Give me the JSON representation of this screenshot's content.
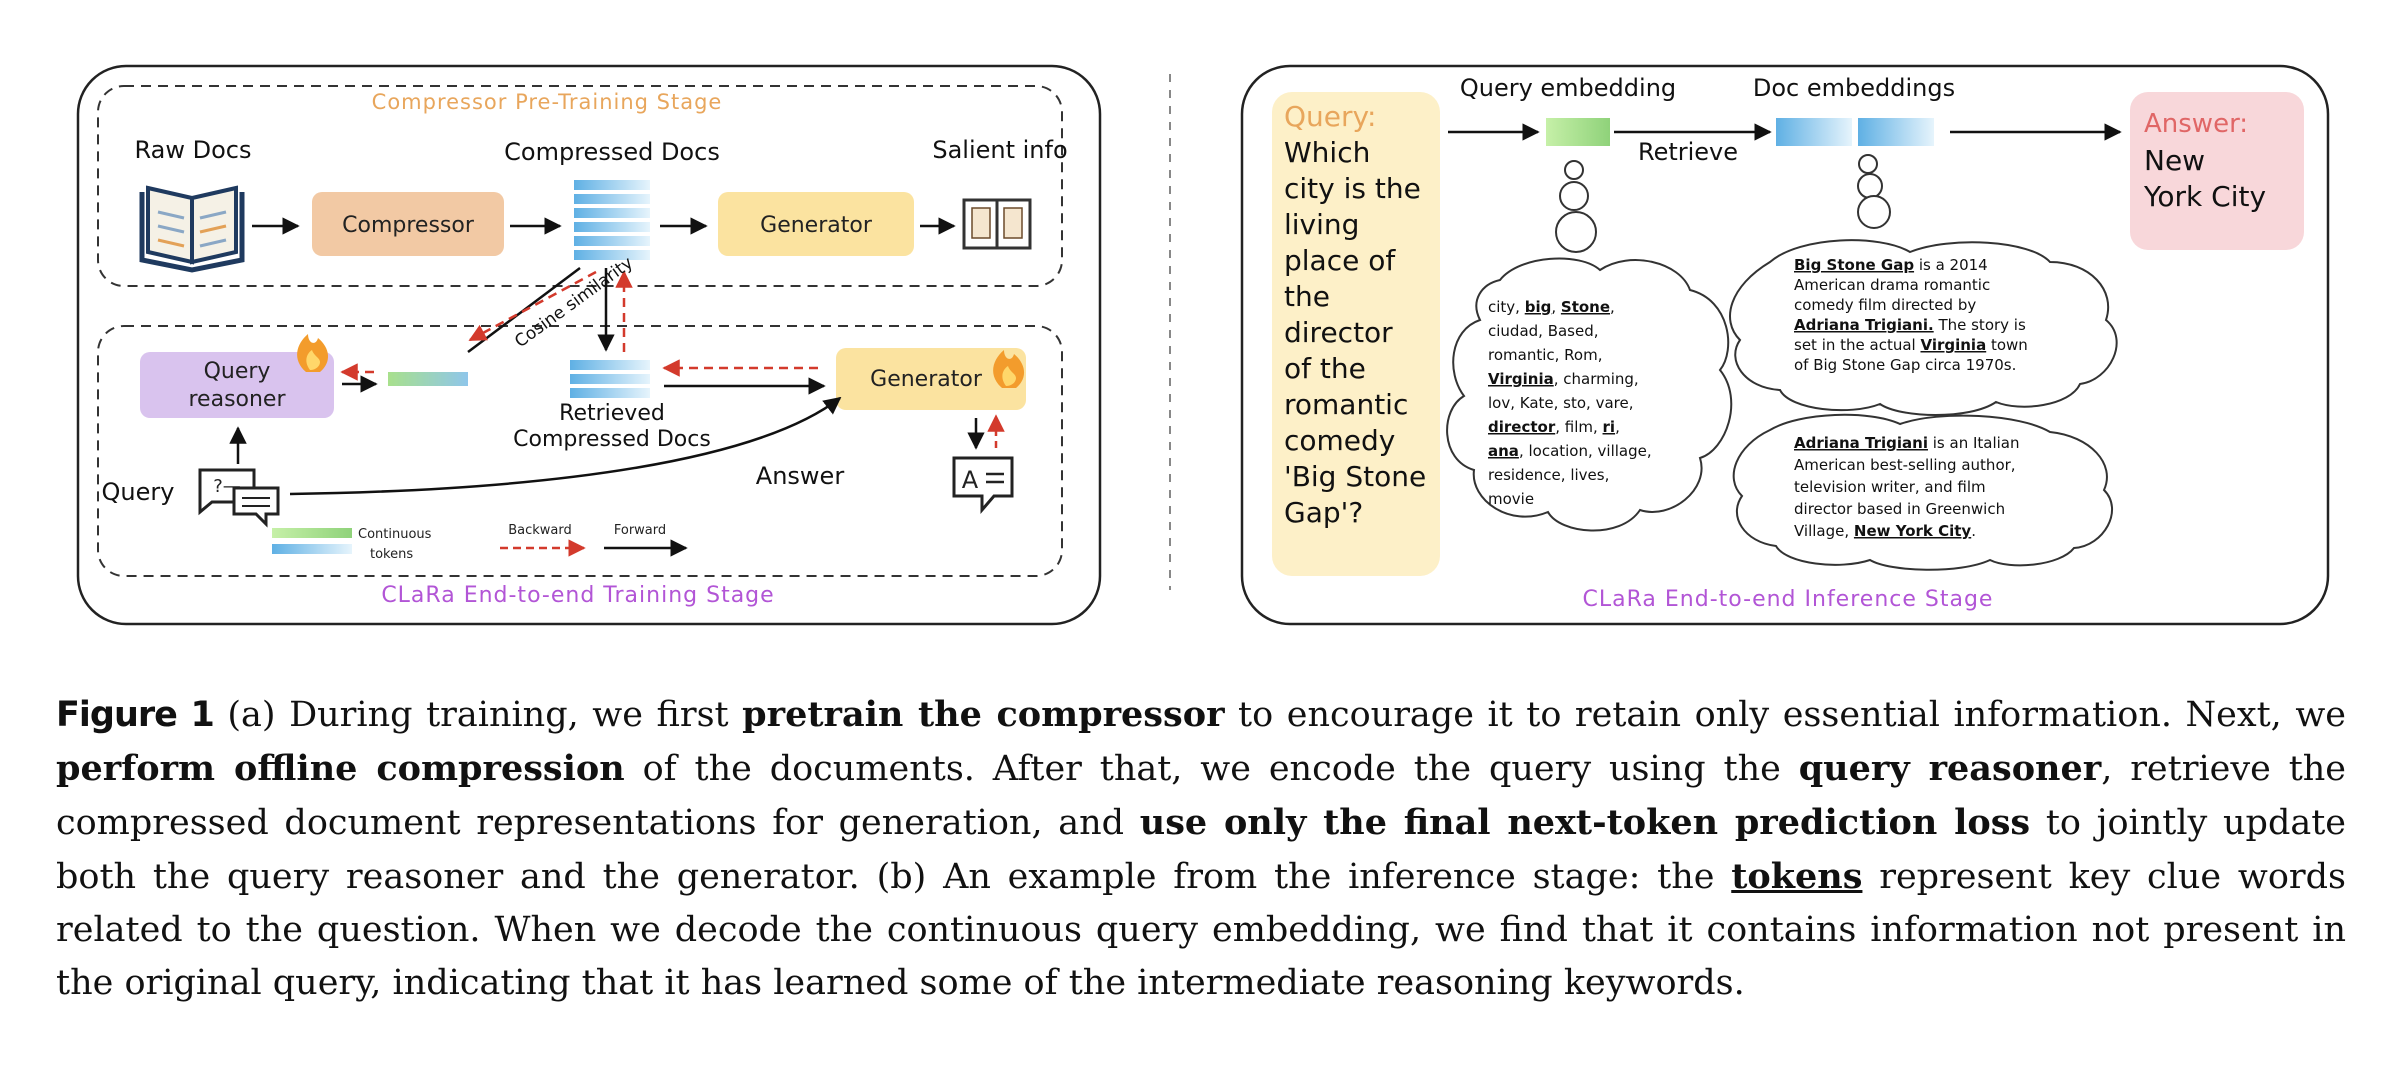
{
  "left_panel": {
    "pretrain_title": "Compressor Pre-Training Stage",
    "raw_docs": "Raw Docs",
    "compressor": "Compressor",
    "compressed_docs": "Compressed Docs",
    "generator_top": "Generator",
    "salient_info": "Salient info",
    "cosine_similarity": "Cosine similarity",
    "query_reasoner_line1": "Query",
    "query_reasoner_line2": "reasoner",
    "retrieved_line1": "Retrieved",
    "retrieved_line2": "Compressed Docs",
    "generator_bottom": "Generator",
    "answer": "Answer",
    "query": "Query",
    "legend_continuous_line1": "Continuous",
    "legend_continuous_line2": "tokens",
    "legend_backward": "Backward",
    "legend_forward": "Forward",
    "e2e_title": "CLaRa End-to-end Training Stage",
    "query_icon_text": "?—",
    "answer_icon_text": "A"
  },
  "right_panel": {
    "query_label": "Query:",
    "query_lines": [
      "Which",
      "city is the",
      "living",
      "place of",
      "the",
      "director",
      "of the",
      "romantic",
      "comedy",
      "'Big Stone",
      "Gap'?"
    ],
    "query_embedding": "Query embedding",
    "retrieve": "Retrieve",
    "doc_embeddings": "Doc embeddings",
    "answer_label": "Answer:",
    "answer_line1": "New",
    "answer_line2": "York City",
    "cloud1_lines": [
      [
        {
          "t": "city, "
        },
        {
          "t": "big",
          "u": true
        },
        {
          "t": ", "
        },
        {
          "t": "Stone",
          "u": true
        },
        {
          "t": ","
        }
      ],
      [
        {
          "t": "ciudad, Based,"
        }
      ],
      [
        {
          "t": "romantic, Rom,"
        }
      ],
      [
        {
          "t": "Virginia",
          "u": true
        },
        {
          "t": ", charming,"
        }
      ],
      [
        {
          "t": "lov, Kate, sto, vare,"
        }
      ],
      [
        {
          "t": "director",
          "u": true
        },
        {
          "t": ", film, "
        },
        {
          "t": "ri",
          "u": true
        },
        {
          "t": ","
        }
      ],
      [
        {
          "t": "ana",
          "u": true
        },
        {
          "t": ", location, village,"
        }
      ],
      [
        {
          "t": "residence, lives,"
        }
      ],
      [
        {
          "t": "movie"
        }
      ]
    ],
    "cloud2_lines": [
      [
        {
          "t": "Big Stone Gap",
          "u": true
        },
        {
          "t": " is a 2014"
        }
      ],
      [
        {
          "t": "American drama romantic"
        }
      ],
      [
        {
          "t": "comedy film directed by"
        }
      ],
      [
        {
          "t": "Adriana Trigiani.",
          "u": true
        },
        {
          "t": " The story is"
        }
      ],
      [
        {
          "t": "set in the actual "
        },
        {
          "t": "Virginia",
          "u": true
        },
        {
          "t": " town"
        }
      ],
      [
        {
          "t": "of Big Stone Gap circa 1970s."
        }
      ]
    ],
    "cloud3_lines": [
      [
        {
          "t": "Adriana Trigiani",
          "u": true
        },
        {
          "t": " is an Italian"
        }
      ],
      [
        {
          "t": "American best-selling author,"
        }
      ],
      [
        {
          "t": "television writer, and film"
        }
      ],
      [
        {
          "t": "director based in Greenwich"
        }
      ],
      [
        {
          "t": "Village, "
        },
        {
          "t": "New York City",
          "u": true
        },
        {
          "t": "."
        }
      ]
    ],
    "inference_title": "CLaRa End-to-end Inference Stage"
  },
  "caption": {
    "label": "Figure 1",
    "segments": [
      {
        "t": " (a) During training, we first "
      },
      {
        "t": "pretrain the compressor",
        "b": true
      },
      {
        "t": " to encourage it to retain only essential information. Next, we "
      },
      {
        "t": "perform offline compression",
        "b": true
      },
      {
        "t": " of the documents. After that, we encode the query using the "
      },
      {
        "t": "query reasoner",
        "b": true
      },
      {
        "t": ", retrieve the compressed document representations for generation, and "
      },
      {
        "t": "use only the final next-token prediction loss",
        "b": true
      },
      {
        "t": " to jointly update both the query reasoner and the generator. (b) An example from the inference stage: the "
      },
      {
        "t": "tokens",
        "u": true
      },
      {
        "t": " represent key clue words related to the question. When we decode the continuous query embedding, we find that it contains information not present in the original query, indicating that it has learned some of the intermediate reasoning keywords."
      }
    ]
  },
  "colors": {
    "orange_title": "#e8a65c",
    "purple_title": "#b255d6",
    "compressor_box": "#f2c9a4",
    "generator_box": "#fbe3a0",
    "query_reasoner_box": "#d9c3ee",
    "query_box": "#fdf0c8",
    "answer_box": "#f8d7da",
    "answer_text": "#e06666",
    "embed_green": "#a8e08c",
    "embed_blue": "#8fc6ea",
    "dashed_red": "#d33a2c"
  }
}
